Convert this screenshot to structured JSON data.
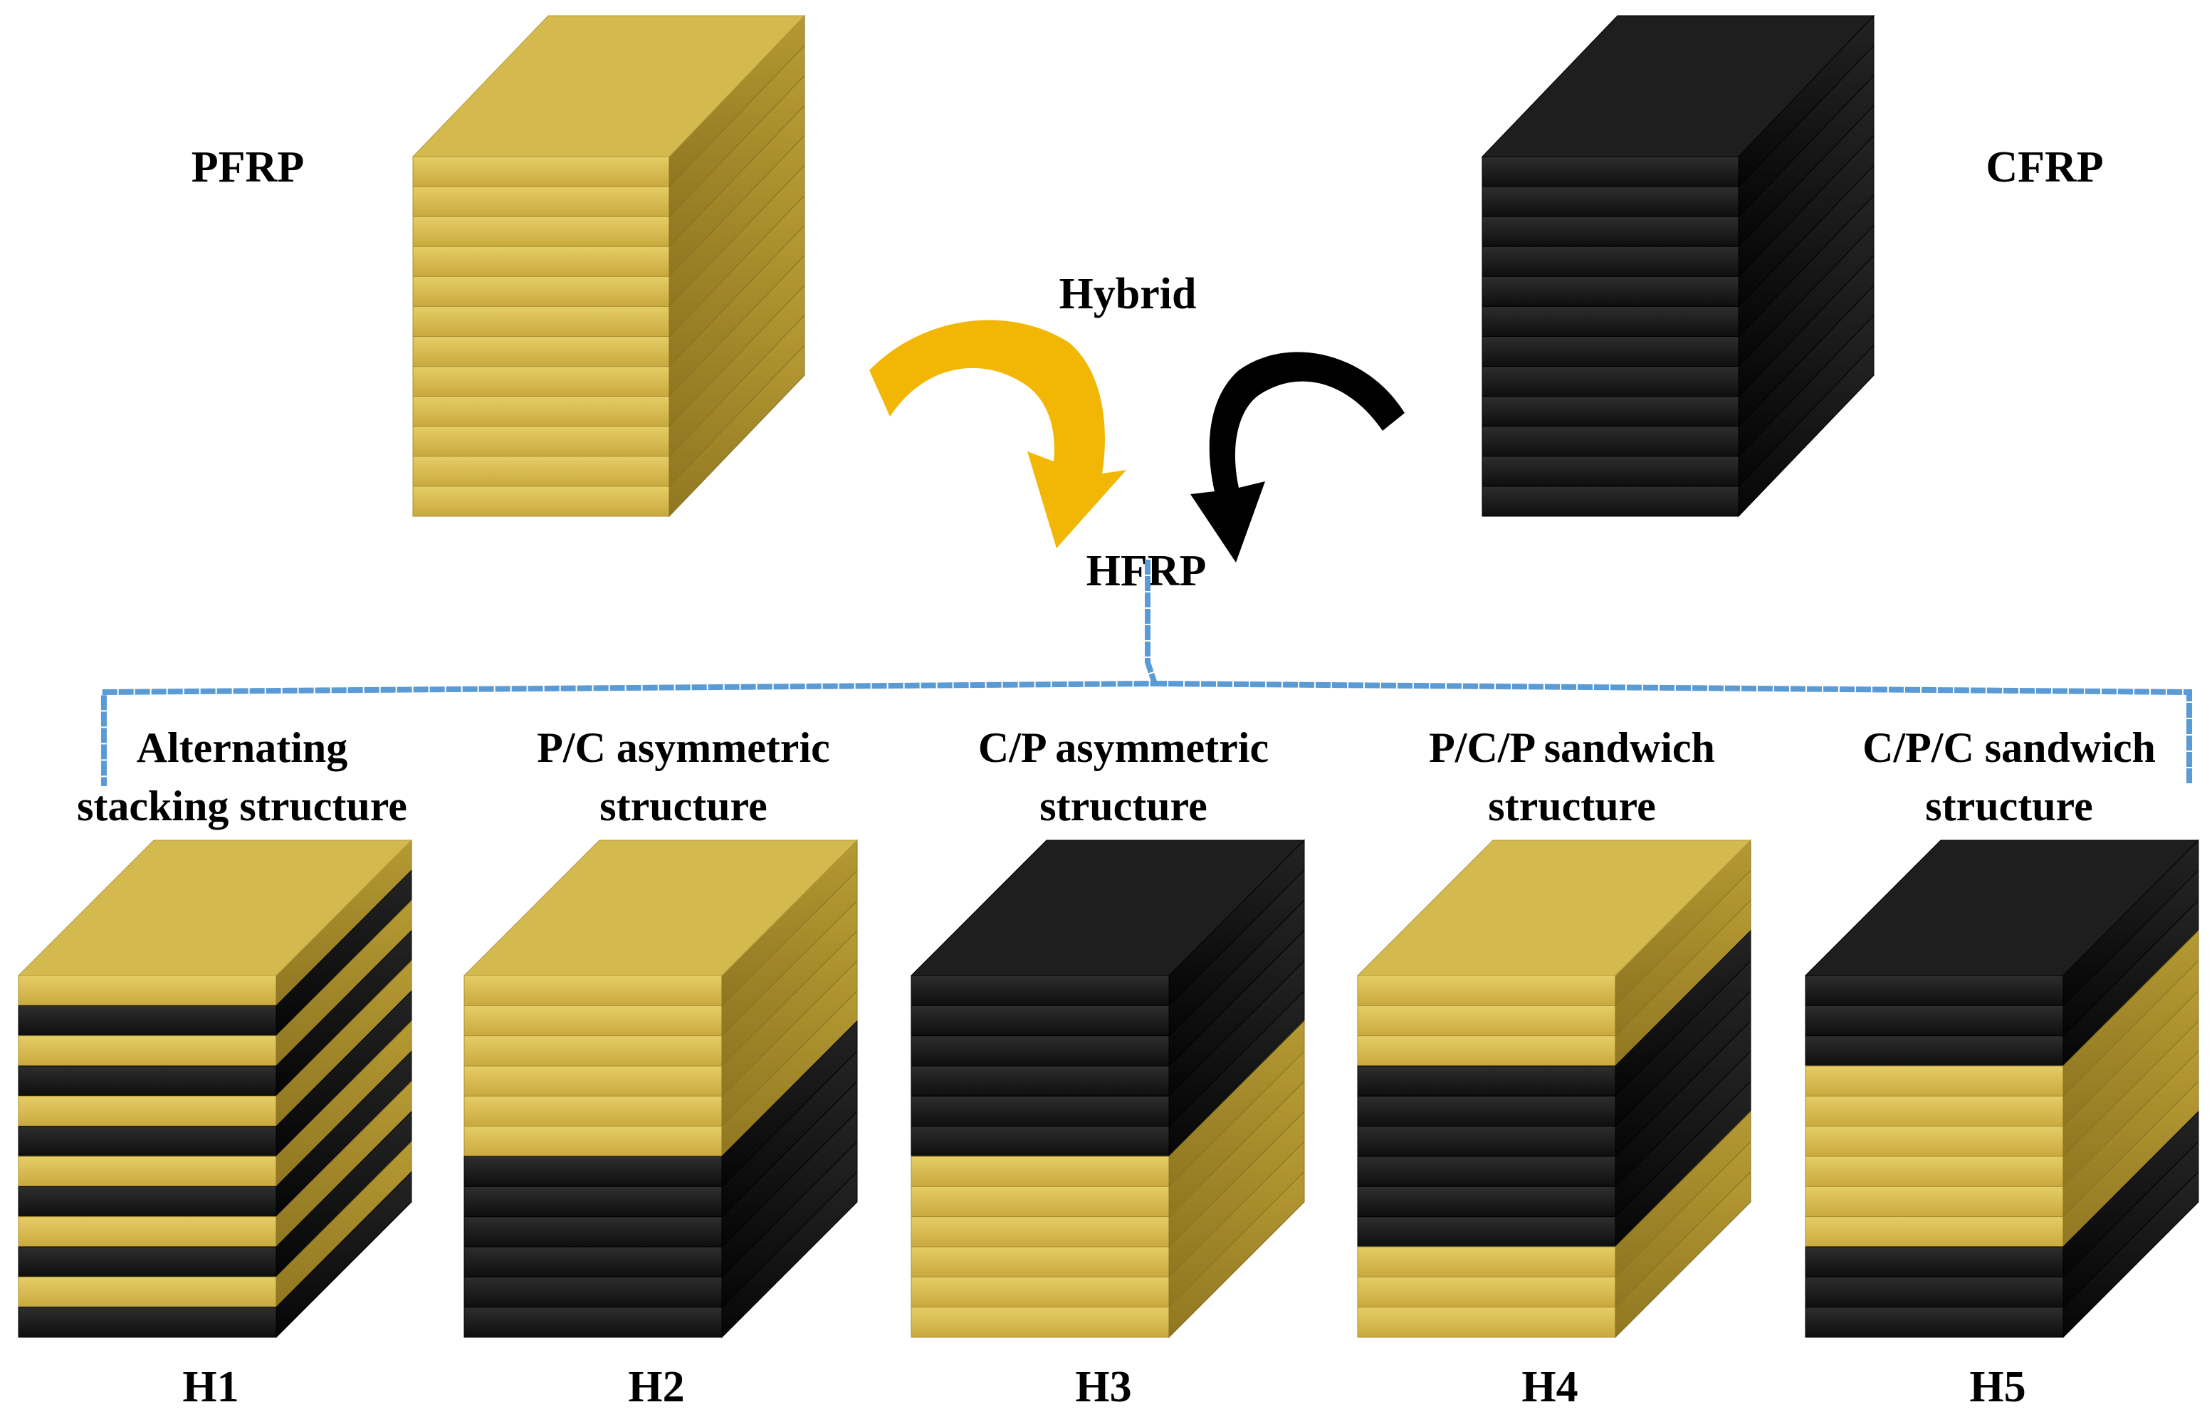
{
  "labels": {
    "pfrp": "PFRP",
    "cfrp": "CFRP",
    "hybrid": "Hybrid",
    "hfrp": "HFRP"
  },
  "colors": {
    "pfrp_layer": "#D4B94F",
    "cfrp_layer": "#1E1E1E",
    "pfrp_arrow": "#F2B705",
    "cfrp_arrow": "#000000",
    "bracket": "#5B9BD5"
  },
  "sources": [
    {
      "id": "pfrp",
      "layers": "PPPPPPPPPPPP"
    },
    {
      "id": "cfrp",
      "layers": "CCCCCCCCCCCC"
    }
  ],
  "variants": [
    {
      "id": "H1",
      "label": "H1",
      "title_line1": "Alternating",
      "title_line2": "stacking structure",
      "layers": "PCPCPCPCPCPC"
    },
    {
      "id": "H2",
      "label": "H2",
      "title_line1": "P/C asymmetric",
      "title_line2": "structure",
      "layers": "PPPPPPCCCCCC"
    },
    {
      "id": "H3",
      "label": "H3",
      "title_line1": "C/P asymmetric",
      "title_line2": "structure",
      "layers": "CCCCCCPPPPPP"
    },
    {
      "id": "H4",
      "label": "H4",
      "title_line1": "P/C/P sandwich",
      "title_line2": "structure",
      "layers": "PPPCCCCCCPPP"
    },
    {
      "id": "H5",
      "label": "H5",
      "title_line1": "C/P/C sandwich",
      "title_line2": "structure",
      "layers": "CCCPPPPPPCCC"
    }
  ]
}
